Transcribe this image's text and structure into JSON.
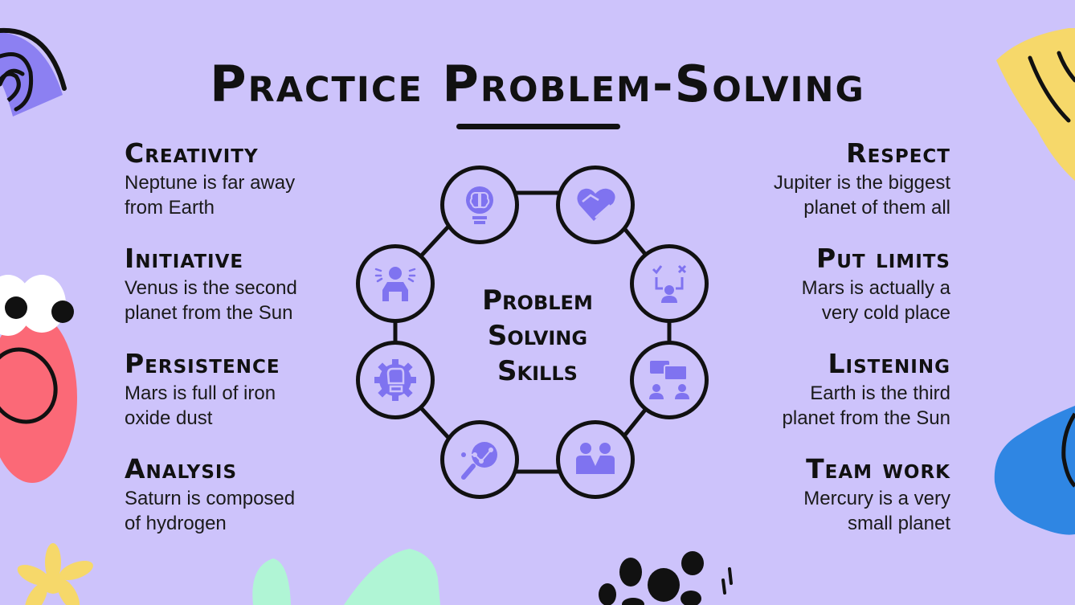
{
  "slide": {
    "title": "Practice Problem-Solving",
    "center_label_lines": [
      "Problem",
      "Solving",
      "Skills"
    ],
    "colors": {
      "background": "#cdc3fb",
      "icon_accent": "#7f73f0",
      "text": "#111111",
      "deco_purple": "#8c80f2",
      "deco_yellow": "#f6d86a",
      "deco_red": "#fb6977",
      "deco_blue": "#2f86e3",
      "deco_mint": "#b0f5d5"
    }
  },
  "skills_left": [
    {
      "title": "Creativity",
      "desc_lines": [
        "Neptune is far away",
        "from Earth"
      ]
    },
    {
      "title": "Initiative",
      "desc_lines": [
        "Venus is the second",
        "planet from the Sun"
      ]
    },
    {
      "title": "Persistence",
      "desc_lines": [
        "Mars is full of iron",
        "oxide dust"
      ]
    },
    {
      "title": "Analysis",
      "desc_lines": [
        "Saturn is composed",
        "of hydrogen"
      ]
    }
  ],
  "skills_right": [
    {
      "title": "Respect",
      "desc_lines": [
        "Jupiter is the biggest",
        "planet of them all"
      ]
    },
    {
      "title": "Put limits",
      "desc_lines": [
        "Mars is actually a",
        "very cold place"
      ]
    },
    {
      "title": "Listening",
      "desc_lines": [
        "Earth is the third",
        "planet from the Sun"
      ]
    },
    {
      "title": "Team work",
      "desc_lines": [
        "Mercury is a very",
        "small planet"
      ]
    }
  ],
  "ring_icons": [
    {
      "position": "top-left",
      "icon": "brain-lightbulb-icon"
    },
    {
      "position": "top-right",
      "icon": "handshake-heart-icon"
    },
    {
      "position": "right-upper",
      "icon": "decision-choice-icon"
    },
    {
      "position": "right-lower",
      "icon": "conversation-people-icon"
    },
    {
      "position": "bottom-right",
      "icon": "two-people-teamwork-icon"
    },
    {
      "position": "bottom-left",
      "icon": "analytics-magnifier-icon"
    },
    {
      "position": "left-lower",
      "icon": "gear-fist-icon"
    },
    {
      "position": "left-upper",
      "icon": "stressed-person-icon"
    }
  ]
}
